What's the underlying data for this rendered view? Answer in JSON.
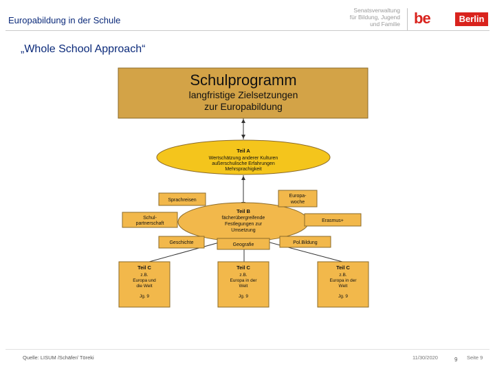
{
  "header": {
    "title": "Europabildung in der Schule",
    "logo_senat": [
      "Senatsverwaltung",
      "für Bildung, Jugend",
      "und Familie"
    ],
    "logo_be": "be",
    "logo_berlin": "Berlin"
  },
  "slide_title": "„Whole School Approach“",
  "diagram": {
    "top_box": [
      "Schulprogramm",
      "langfristige Zielsetzungen",
      "zur Europabildung"
    ],
    "ellipse_a": [
      "Teil A",
      "Wertschätzung anderer Kulturen",
      "außerschulische Erfahrungen",
      "Mehrsprachigkeit"
    ],
    "ellipse_b": [
      "Teil B",
      "fächerübergreifende",
      "Festlegungen zur",
      "Umsetzung"
    ],
    "box_sprachreisen": "Sprachreisen",
    "box_europawoche": [
      "Europa-",
      "woche"
    ],
    "box_schulpartnerschaft": [
      "Schul-",
      "partnerschaft"
    ],
    "box_erasmus": "Erasmus+",
    "box_geschichte": "Geschichte",
    "box_geografie": "Geografie",
    "box_politische_bildung": "Pol.Bildung",
    "teil_c_boxes": [
      [
        "Teil C",
        "z.B.",
        "Europa und",
        "die Welt",
        "Jg. 9"
      ],
      [
        "Teil C",
        "z.B.",
        "Europa in der",
        "Welt",
        "Jg. 9"
      ],
      [
        "Teil C",
        "z.B.",
        "Europa in der",
        "Welt",
        "Jg. 9"
      ]
    ]
  },
  "footer": {
    "source": "Quelle: LISUM /Schäfer/ Töreki",
    "date": "11/30/2020",
    "number": "9",
    "page": "Seite 9"
  },
  "colors": {
    "top_box": "#d3a347",
    "orange": "#f2b84b",
    "ellipse_a": "#f4c51c",
    "border": "#7a5a1a",
    "title_blue": "#0b2a7a",
    "brand_red": "#d9231d"
  }
}
